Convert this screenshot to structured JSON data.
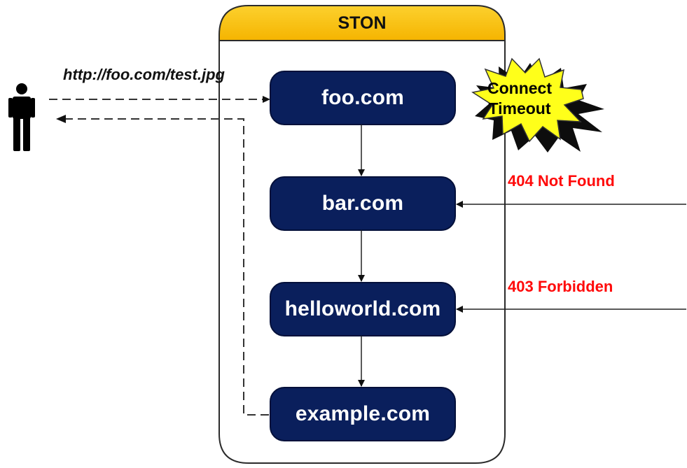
{
  "container": {
    "title": "STON",
    "header_color": "#F9C21A",
    "border_color": "#2B2B2B"
  },
  "request": {
    "url": "http://foo.com/test.jpg"
  },
  "origins": [
    {
      "label": "foo.com"
    },
    {
      "label": "bar.com"
    },
    {
      "label": "helloworld.com"
    },
    {
      "label": "example.com"
    }
  ],
  "errors": {
    "connect_timeout_line1": "Connect",
    "connect_timeout_line2": "Timeout",
    "not_found": "404 Not Found",
    "forbidden": "403 Forbidden"
  },
  "colors": {
    "node_fill": "#0A1F5C",
    "error_text": "#FF0A0A",
    "burst_fill": "#FFFF1A"
  },
  "icons": {
    "user": "person-icon"
  }
}
